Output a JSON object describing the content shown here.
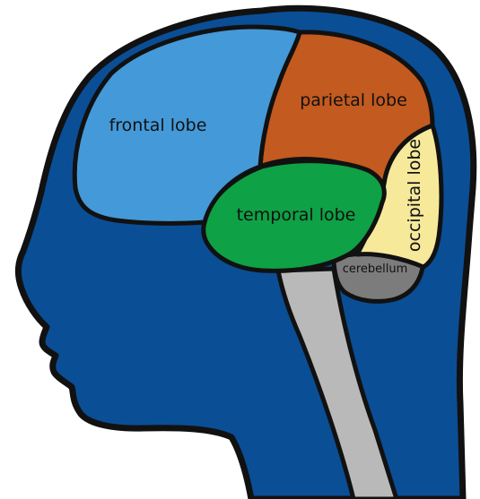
{
  "labels": {
    "frontal": "frontal lobe",
    "parietal": "parietal lobe",
    "temporal": "temporal lobe",
    "occipital": "occipital lobe",
    "cerebellum": "cerebellum"
  },
  "colors": {
    "background": "#ffffff",
    "head": "#0a4e96",
    "outline": "#111111",
    "frontal": "#4499d8",
    "parietal": "#c35a1f",
    "temporal": "#0ea145",
    "occipital": "#f6e99a",
    "cerebellum": "#7c7c7c",
    "brainstem": "#b9b9b9"
  }
}
